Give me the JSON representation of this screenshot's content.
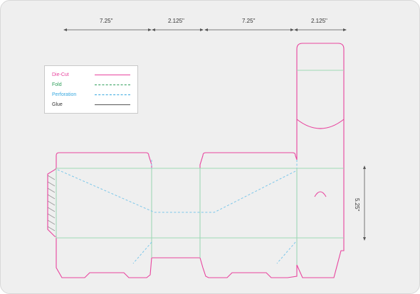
{
  "dimensions": {
    "top": [
      "7.25\"",
      "2.125\"",
      "7.25\"",
      "2.125\""
    ],
    "side": "5.25\""
  },
  "legend": [
    {
      "label": "Die-Cut",
      "color": "#e8449e",
      "style": "solid"
    },
    {
      "label": "Fold",
      "color": "#2e9e5a",
      "style": "dashed"
    },
    {
      "label": "Perforation",
      "color": "#37a8e0",
      "style": "dashed"
    },
    {
      "label": "Glue",
      "color": "#555555",
      "style": "solid"
    }
  ],
  "colors": {
    "die_cut": "#e8449e",
    "fold": "#9fd8b6",
    "perforation": "#7cc7ea",
    "glue": "#999999",
    "background": "#efefef"
  }
}
